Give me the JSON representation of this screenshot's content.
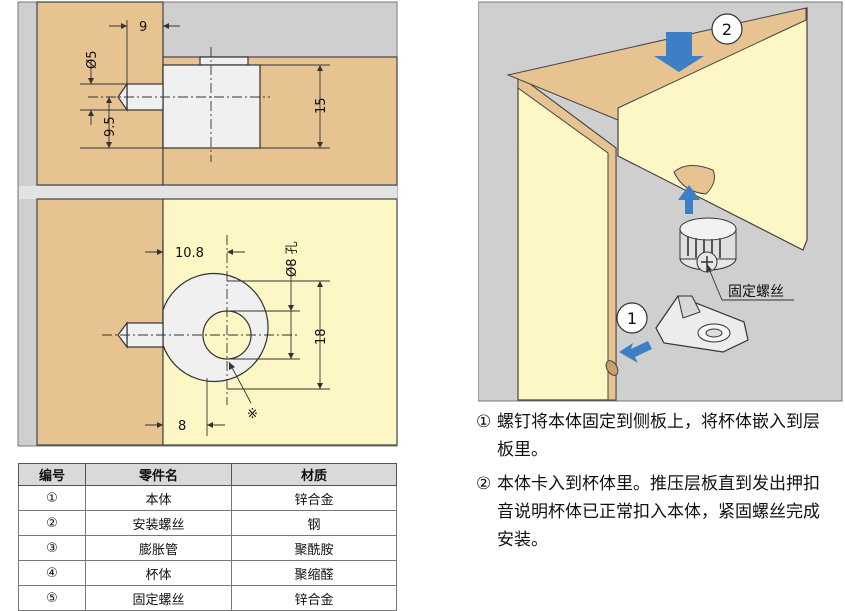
{
  "left_diagram": {
    "dims": {
      "d9": "9",
      "phi5": "Ø5",
      "d9_5": "9.5",
      "d15": "15",
      "d10_8": "10.8",
      "hole": "Ø8 孔",
      "d18": "18",
      "d8": "8",
      "mark": "※"
    }
  },
  "right_diagram": {
    "step1": "1",
    "step2": "2",
    "callout": "固定螺丝"
  },
  "parts_table": {
    "headers": [
      "编号",
      "零件名",
      "材质"
    ],
    "rows": [
      {
        "no": "①",
        "name": "本体",
        "material": "锌合金"
      },
      {
        "no": "②",
        "name": "安装螺丝",
        "material": "钢"
      },
      {
        "no": "③",
        "name": "膨胀管",
        "material": "聚酰胺"
      },
      {
        "no": "④",
        "name": "杯体",
        "material": "聚缩醛"
      },
      {
        "no": "⑤",
        "name": "固定螺丝",
        "material": "锌合金"
      }
    ]
  },
  "notes": [
    {
      "num": "①",
      "text": "螺钉将本体固定到侧板上，将杯体嵌入到层板里。"
    },
    {
      "num": "②",
      "text": "本体卡入到杯体里。推压层板直到发出押扣音说明杯体已正常扣入本体，紧固螺丝完成安装。"
    }
  ],
  "colors": {
    "wood": "#e6c391",
    "panel": "#fdf6c5",
    "gray_bg": "#cfcfcf",
    "metal": "#f0f0f0",
    "arrow_blue": "#3d7fc4",
    "table_header": "#d9d9d9"
  }
}
